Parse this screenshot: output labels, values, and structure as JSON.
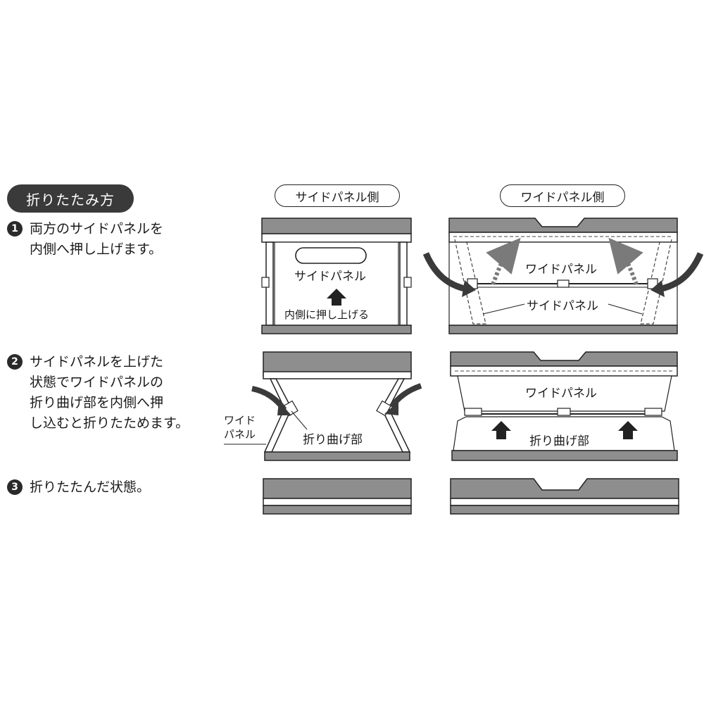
{
  "heading": "折りたたみ方",
  "steps": [
    {
      "num": "1",
      "text": "両方のサイドパネルを\n内側へ押し上げます。"
    },
    {
      "num": "2",
      "text": "サイドパネルを上げた\n状態でワイドパネルの\n折り曲げ部を内側へ押\nし込むと折りたためます。"
    },
    {
      "num": "3",
      "text": "折りたたんだ状態。"
    }
  ],
  "columns": {
    "side": "サイドパネル側",
    "wide": "ワイドパネル側"
  },
  "labels": {
    "side_panel": "サイドパネル",
    "push_inward": "内側に押し上げる",
    "wide_panel": "ワイドパネル",
    "side_panel_2": "サイドパネル",
    "wide_panel_break1": "ワイド",
    "wide_panel_break2": "パネル",
    "fold_part": "折り曲げ部",
    "wide_panel_3": "ワイドパネル",
    "fold_part_2": "折り曲げ部"
  },
  "colors": {
    "panel_fill": "#8e8e8e",
    "arrow": "#3a3a3a",
    "dotted_arrow": "#7a7a7a"
  }
}
